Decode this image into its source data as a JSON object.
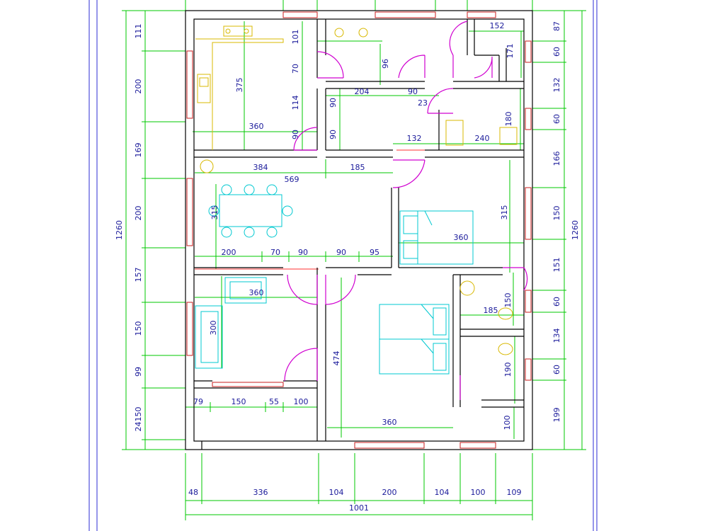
{
  "colors": {
    "frame": "#2b2bd6",
    "dimension": "#00c800",
    "dimension_text": "#1a1a9a",
    "wall": "#000000",
    "door": "#d000d0",
    "window": "#c81e1e",
    "furniture": "#00c8d0",
    "fixtures": "#d8b800",
    "leader": "#ff3030"
  },
  "dimensions": {
    "left": [
      "111",
      "200",
      "169",
      "200",
      "157",
      "150",
      "99",
      "24150"
    ],
    "left_total": "1260",
    "right": [
      "87",
      "60",
      "132",
      "60",
      "166",
      "150",
      "151",
      "60",
      "134",
      "60",
      "199"
    ],
    "right_total": "1260",
    "bottom": [
      "48",
      "336",
      "104",
      "200",
      "104",
      "100",
      "109"
    ],
    "bottom_total": "1001",
    "interior": {
      "kitchen_height": "375",
      "kitchen_width": "360",
      "kitchen_101": "101",
      "kitchen_70": "70",
      "kitchen_114": "114",
      "kitchen_90": "90",
      "hall_90a": "90",
      "hall_90b": "90",
      "corr_96": "96",
      "corr_204": "204",
      "corr_90": "90",
      "corr_23": "23",
      "corr_132": "132",
      "corr_240": "240",
      "corr_180": "180",
      "bath_152": "152",
      "bath_171": "171",
      "living_384": "384",
      "living_185": "185",
      "living_569": "569",
      "dining_315": "315",
      "bedroom1_315": "315",
      "bedroom1_360": "360",
      "row_200": "200",
      "row_70": "70",
      "row_90a": "90",
      "row_90b": "90",
      "row_95": "95",
      "lounge_360": "360",
      "lounge_300": "300",
      "wc_185": "185",
      "wc_150": "150",
      "wc_190": "190",
      "bedroom2_474": "474",
      "bedroom2_360": "360",
      "bedroom2_100": "100",
      "porch_79": "79",
      "porch_150": "150",
      "porch_55": "55",
      "porch_100": "100"
    }
  }
}
